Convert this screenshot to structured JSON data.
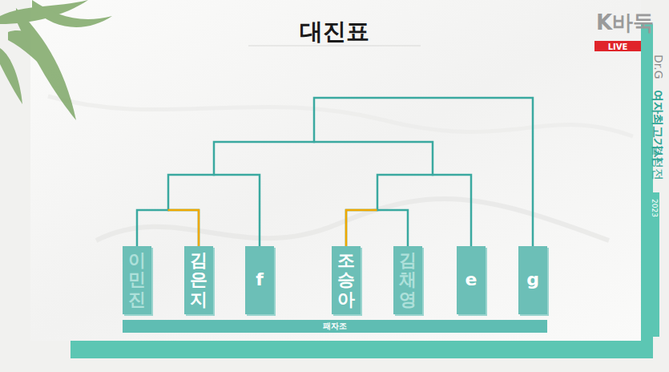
{
  "diagram": {
    "title": "대진표",
    "nodes": [
      {
        "text": [
          "이민진"
        ]
      },
      {
        "text": [
          "김은지"
        ]
      },
      {
        "text": [
          "f"
        ]
      },
      {
        "text": [
          "조승아"
        ]
      },
      {
        "text": [
          "김채영"
        ]
      },
      {
        "text": [
          "e"
        ]
      },
      {
        "text": [
          "g"
        ]
      },
      {
        "text": [
          "패자조"
        ]
      }
    ],
    "edges": [
      {
        "from": 0,
        "to": 1,
        "arrow": "none"
      },
      {
        "from": 3,
        "to": 4,
        "arrow": "none"
      }
    ],
    "labels": [
      "K바둑",
      "LIVE",
      "Dr.G",
      "여자최고기사",
      "결정전",
      "2023"
    ]
  }
}
